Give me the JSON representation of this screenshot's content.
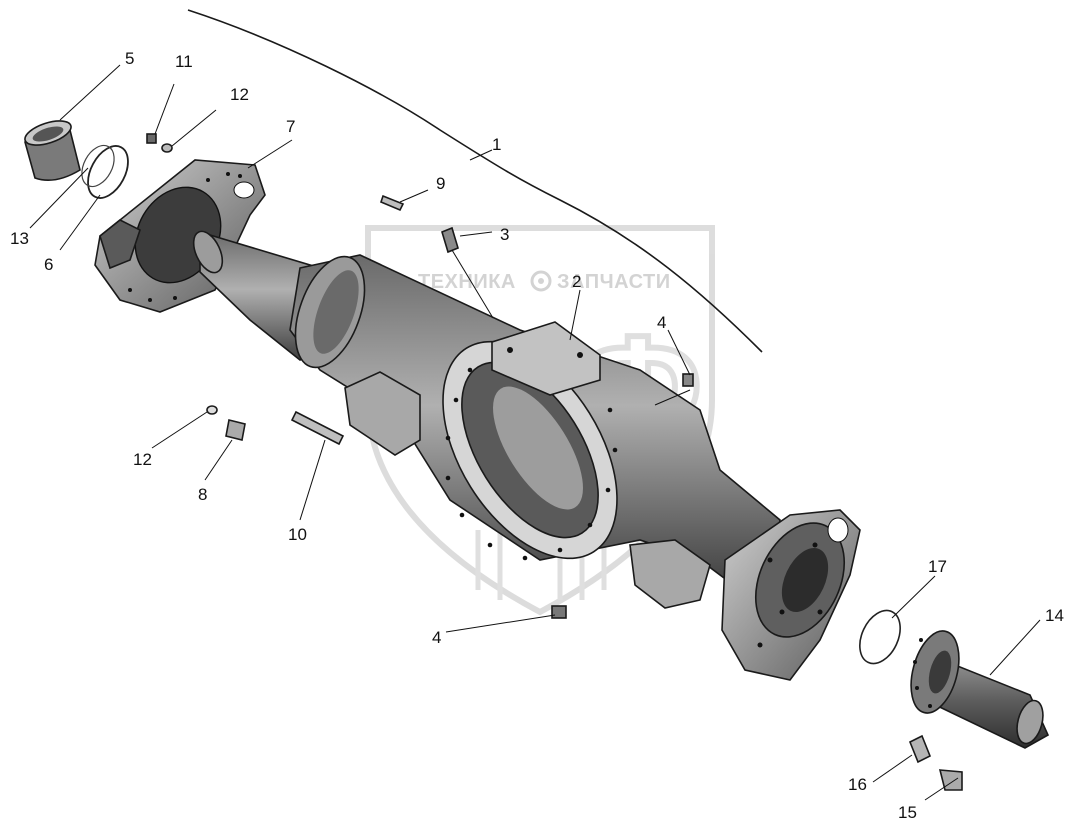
{
  "watermark": {
    "left_word": "ТЕХНИКА",
    "right_word": "ЗАПЧАСТИ",
    "emblem_letters": "ЗИФ"
  },
  "callouts": [
    {
      "id": "c1",
      "label": "1"
    },
    {
      "id": "c2",
      "label": "2"
    },
    {
      "id": "c3",
      "label": "3"
    },
    {
      "id": "c4a",
      "label": "4"
    },
    {
      "id": "c4b",
      "label": "4"
    },
    {
      "id": "c5",
      "label": "5"
    },
    {
      "id": "c6",
      "label": "6"
    },
    {
      "id": "c7",
      "label": "7"
    },
    {
      "id": "c8",
      "label": "8"
    },
    {
      "id": "c9",
      "label": "9"
    },
    {
      "id": "c10",
      "label": "10"
    },
    {
      "id": "c11",
      "label": "11"
    },
    {
      "id": "c12a",
      "label": "12"
    },
    {
      "id": "c12b",
      "label": "12"
    },
    {
      "id": "c13",
      "label": "13"
    },
    {
      "id": "c14",
      "label": "14"
    },
    {
      "id": "c15",
      "label": "15"
    },
    {
      "id": "c16",
      "label": "16"
    },
    {
      "id": "c17",
      "label": "17"
    }
  ],
  "colors": {
    "ink": "#1a1a1a",
    "metal_dark": "#4a4a4a",
    "metal_mid": "#8a8a8a",
    "metal_light": "#c4c4c4",
    "watermark": "#d9d9d9"
  }
}
